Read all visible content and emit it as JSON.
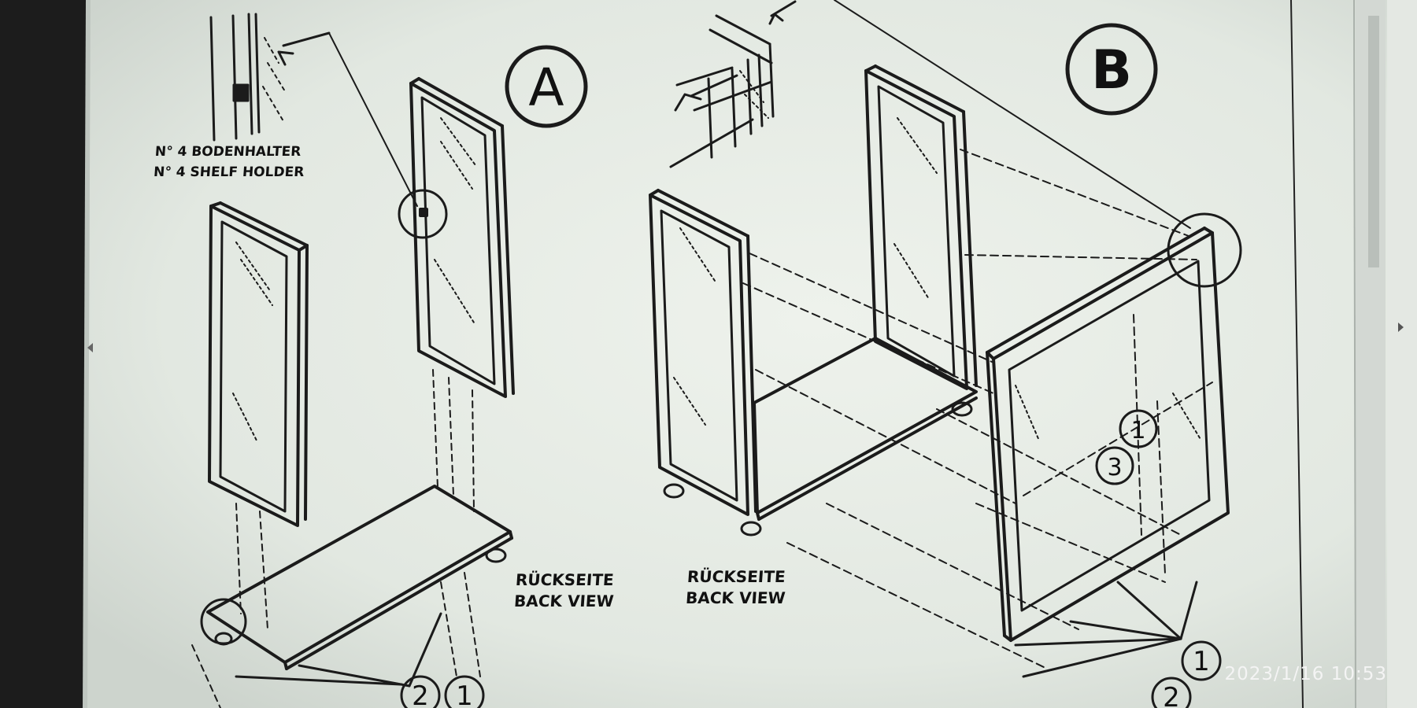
{
  "labels": {
    "panel_a": "A",
    "panel_b": "B",
    "shelf_holder_de": "N° 4 BODENHALTER",
    "shelf_holder_en": "N° 4 SHELF HOLDER",
    "back_view_de_a": "RÜCKSEITE",
    "back_view_en_a": "BACK VIEW",
    "back_view_de_b": "RÜCKSEITE",
    "back_view_en_b": "BACK VIEW"
  },
  "callouts": {
    "a_two": "2",
    "a_one": "1",
    "b_one_upper": "1",
    "b_three": "3",
    "b_one_lower": "1",
    "b_two": "2"
  },
  "timestamp": "2023/1/16 10:53",
  "colors": {
    "paper": "#e6ebe5",
    "ink": "#1b1b1b",
    "screen_edge": "#2a2a2a"
  }
}
